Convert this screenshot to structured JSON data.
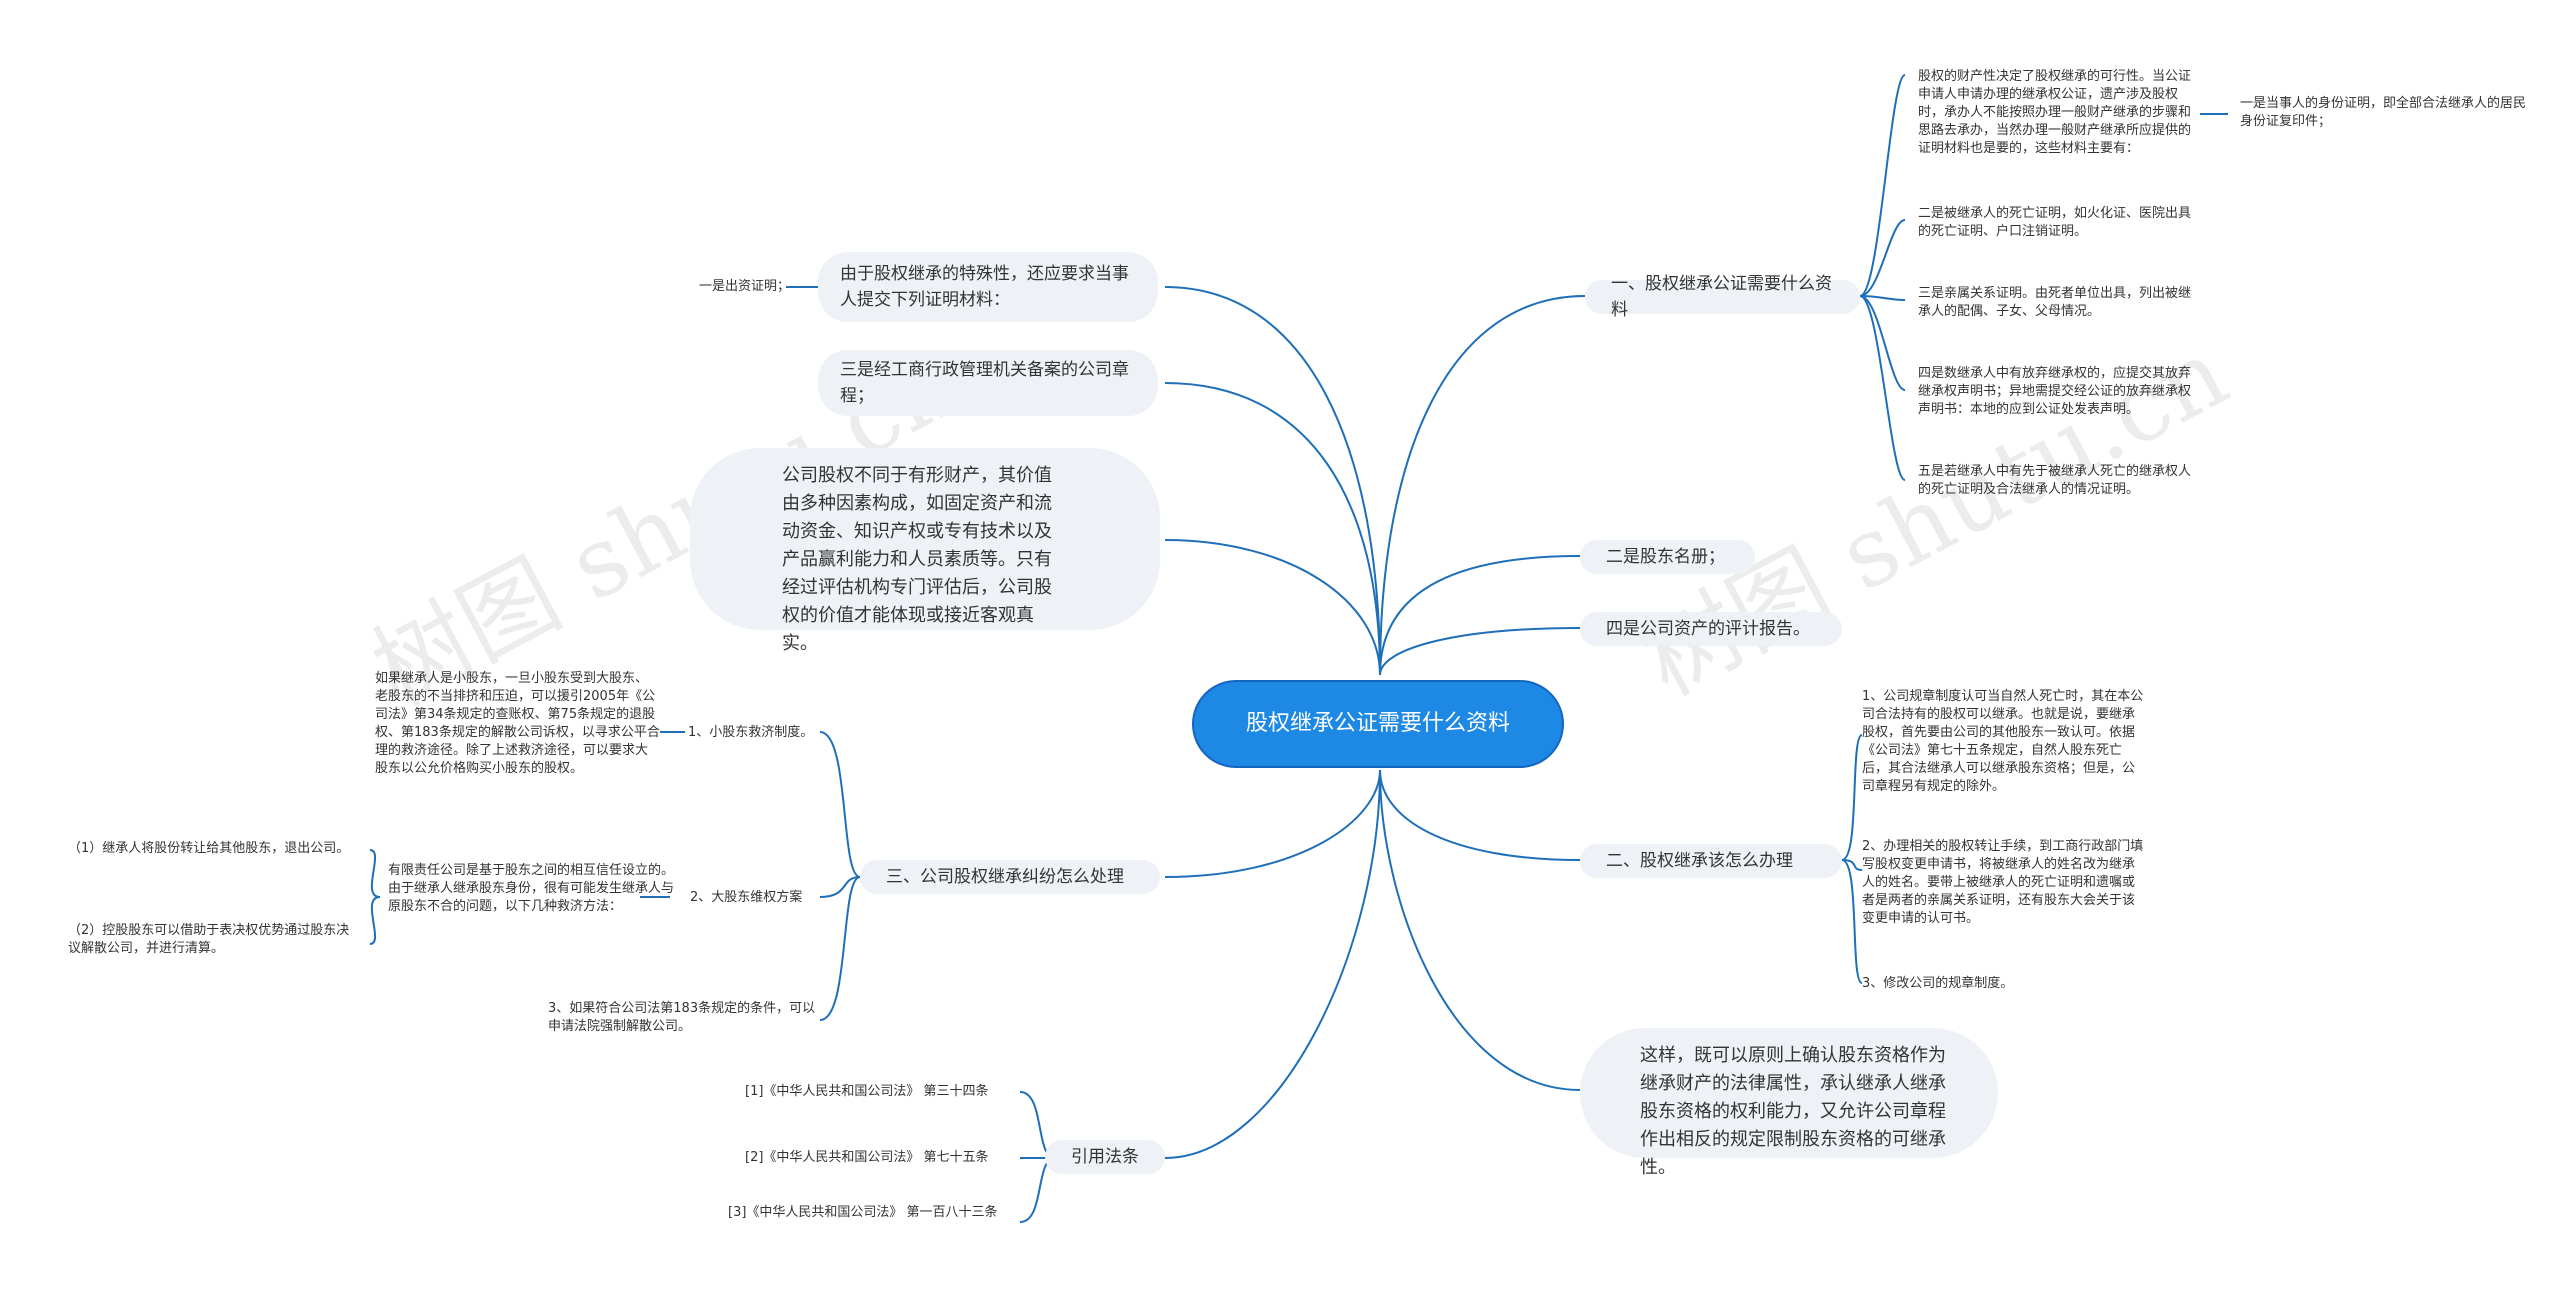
{
  "root": "股权继承公证需要什么资料",
  "right": {
    "docs": {
      "label": "一、股权继承公证需要什么资料",
      "intro": "股权的财产性决定了股权继承的可行性。当公证申请人申请办理的继承权公证，遗产涉及股权时，承办人不能按照办理一般财产继承的步骤和思路去承办，当然办理一般财产继承所应提供的证明材料也是要的，这些材料主要有：",
      "id_proof": "一是当事人的身份证明，即全部合法继承人的居民身份证复印件；",
      "death_proof": "二是被继承人的死亡证明，如火化证、医院出具的死亡证明、户口注销证明。",
      "relation_proof": "三是亲属关系证明。由死者单位出具，列出被继承人的配偶、子女、父母情况。",
      "renounce": "四是数继承人中有放弃继承权的，应提交其放弃继承权声明书；异地需提交经公证的放弃继承权声明书：本地的应到公证处发表声明。",
      "predecease": "五是若继承人中有先于被继承人死亡的继承权人的死亡证明及合法继承人的情况证明。"
    },
    "shareholder_roster": "二是股东名册；",
    "asset_report": "四是公司资产的评计报告。",
    "how": {
      "label": "二、股权继承该怎么办理",
      "item1": "1、公司规章制度认可当自然人死亡时，其在本公司合法持有的股权可以继承。也就是说，要继承股权，首先要由公司的其他股东一致认可。依据《公司法》第七十五条规定，自然人股东死亡后，其合法继承人可以继承股东资格；但是，公司章程另有规定的除外。",
      "item2": "2、办理相关的股权转让手续，到工商行政部门填写股权变更申请书，将被继承人的姓名改为继承人的姓名。要带上被继承人的死亡证明和遗嘱或者是两者的亲属关系证明，还有股东大会关于该变更申请的认可书。",
      "item3": "3、修改公司的规章制度。"
    },
    "conclusion": "这样，既可以原则上确认股东资格作为继承财产的法律属性，承认继承人继承股东资格的权利能力，又允许公司章程作出相反的规定限制股东资格的可继承性。"
  },
  "left": {
    "special": "由于股权继承的特殊性，还应要求当事人提交下列证明材料：",
    "capital_proof": "一是出资证明；",
    "articles": "三是经工商行政管理机关备案的公司章程；",
    "valuation": "公司股权不同于有形财产，其价值由多种因素构成，如固定资产和流动资金、知识产权或专有技术以及产品赢利能力和人员素质等。只有经过评估机构专门评估后，公司股权的价值才能体现或接近客观真实。",
    "disputes": {
      "label": "三、公司股权继承纠纷怎么处理",
      "minor": "1、小股东救济制度。",
      "minor_detail": "如果继承人是小股东，一旦小股东受到大股东、老股东的不当排挤和压迫，可以援引2005年《公司法》第34条规定的查账权、第75条规定的退股权、第183条规定的解散公司诉权，以寻求公平合理的救济途径。除了上述救济途径，可以要求大股东以公允价格购买小股东的股权。",
      "major": "2、大股东维权方案",
      "major_detail": "有限责任公司是基于股东之间的相互信任设立的。由于继承人继承股东身份，很有可能发生继承人与原股东不合的问题，以下几种救济方法：",
      "remedy1": "（1）继承人将股份转让给其他股东，退出公司。",
      "remedy2": "（2）控股股东可以借助于表决权优势通过股东决议解散公司，并进行清算。",
      "court": "3、如果符合公司法第183条规定的条件，可以申请法院强制解散公司。"
    },
    "refs": {
      "label": "引用法条",
      "ref1": "[1]《中华人民共和国公司法》 第三十四条",
      "ref2": "[2]《中华人民共和国公司法》 第七十五条",
      "ref3": "[3]《中华人民共和国公司法》 第一百八十三条"
    }
  },
  "watermark": "树图 shutu.cn",
  "colors": {
    "accent": "#1e88e5",
    "line": "#1e6fb8",
    "pill": "#eef1f6"
  }
}
